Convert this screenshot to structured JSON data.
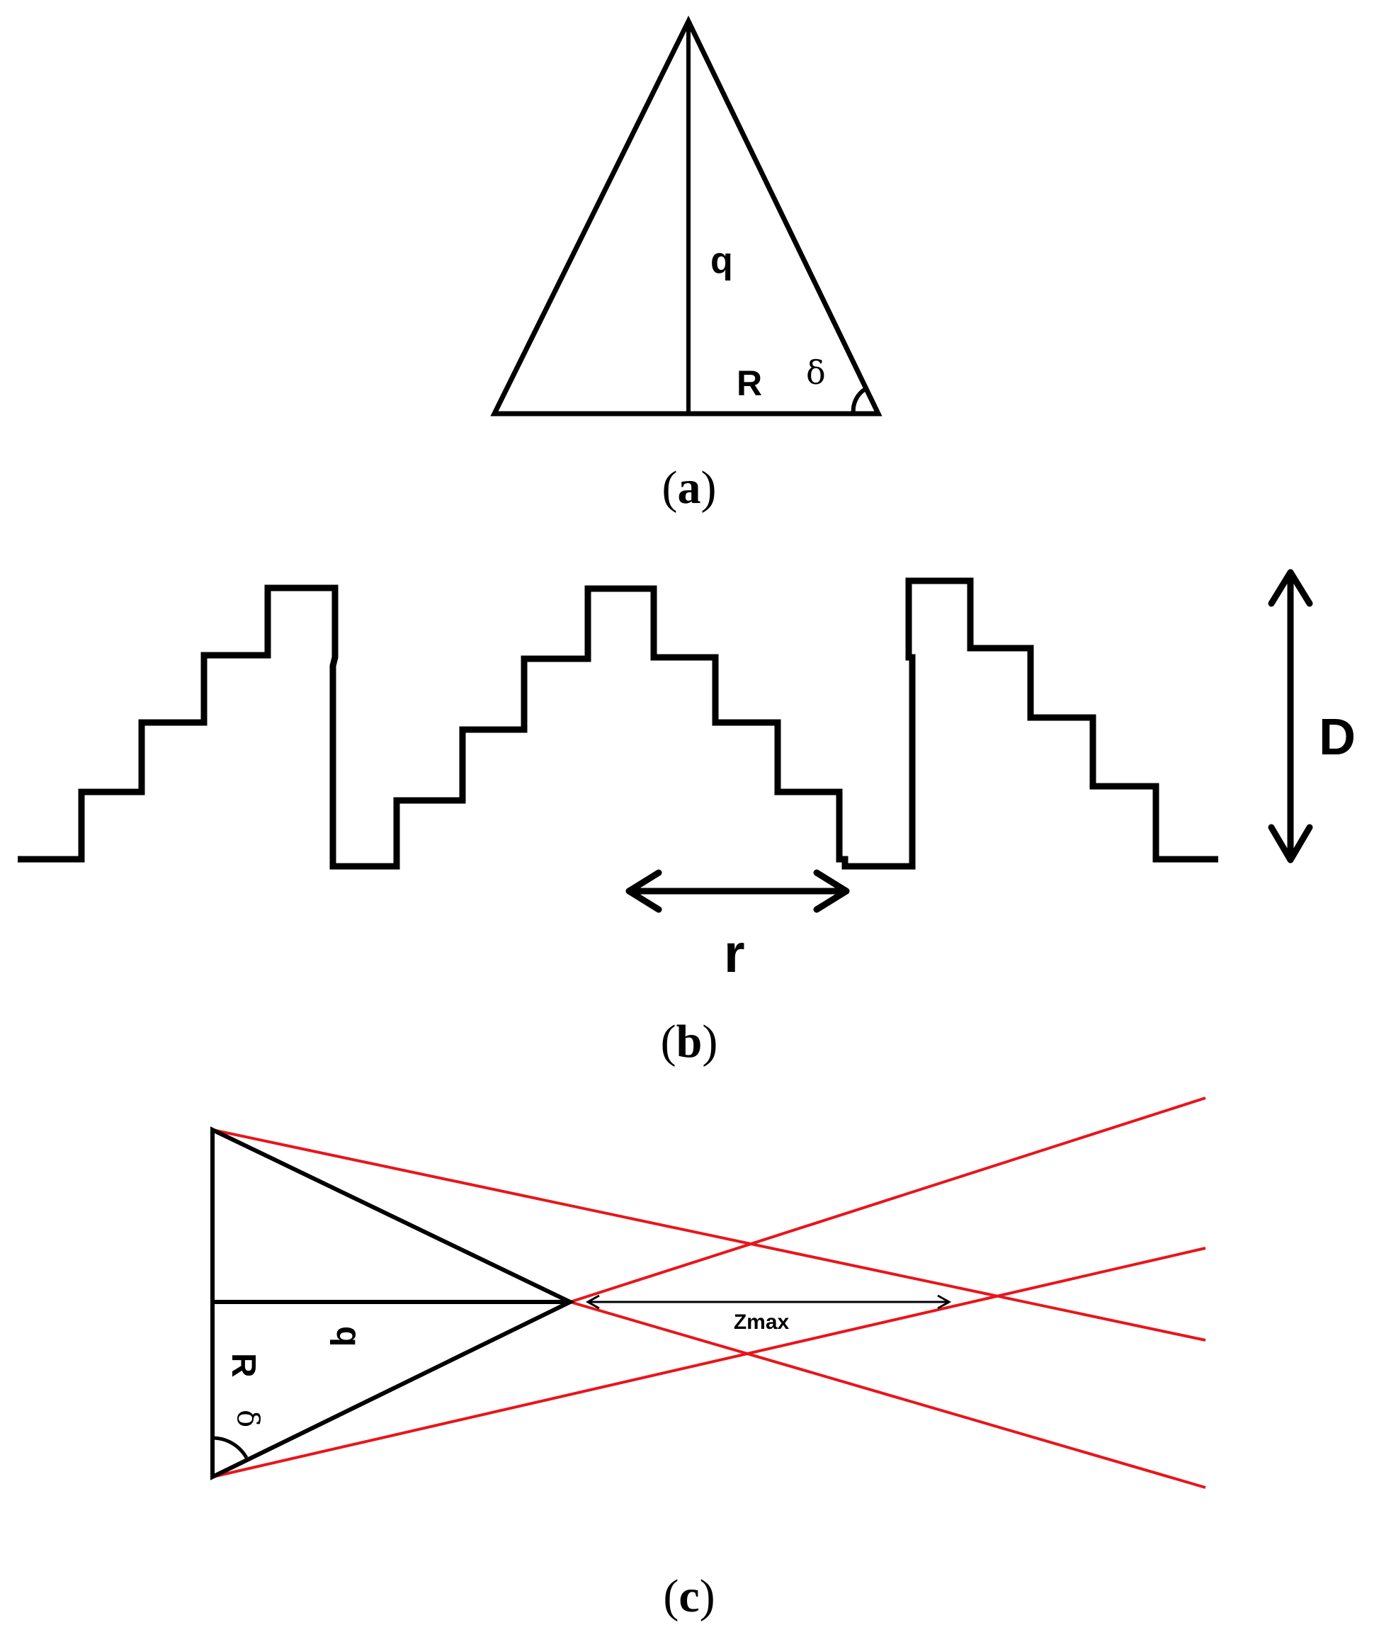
{
  "panel_a": {
    "caption_open": "(",
    "caption_letter": "a",
    "caption_close": ")",
    "label_height": "q",
    "label_radius": "R",
    "label_angle": "δ"
  },
  "panel_b": {
    "caption_open": "(",
    "caption_letter": "b",
    "caption_close": ")",
    "label_depth": "D",
    "label_period": "r"
  },
  "panel_c": {
    "caption_open": "(",
    "caption_letter": "c",
    "caption_close": ")",
    "label_height": "q",
    "label_radius": "R",
    "label_angle": "δ",
    "label_zmax": "Zmax"
  },
  "colors": {
    "outline": "#000000",
    "ray": "#e8151b",
    "background": "#ffffff"
  }
}
